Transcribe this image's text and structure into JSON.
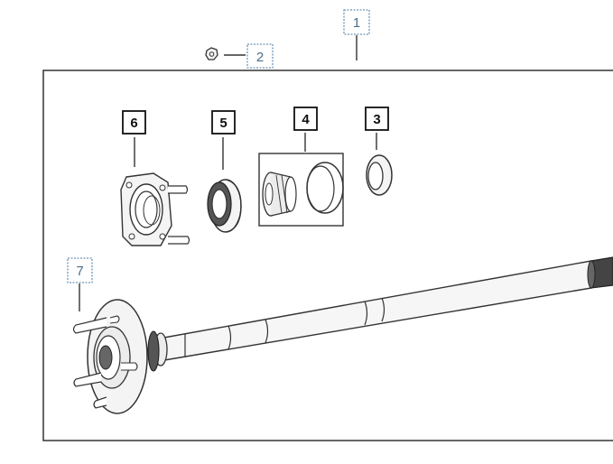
{
  "colors": {
    "line": "#333333",
    "part_fill": "#f2f2f2",
    "callout_blue": "#6f95b5",
    "callout_blue_text": "#4a6f8c",
    "callout_black": "#111111"
  },
  "callouts": [
    {
      "id": "1",
      "label": "1",
      "style": "blue"
    },
    {
      "id": "2",
      "label": "2",
      "style": "blue"
    },
    {
      "id": "3",
      "label": "3",
      "style": "bold"
    },
    {
      "id": "4",
      "label": "4",
      "style": "bold"
    },
    {
      "id": "5",
      "label": "5",
      "style": "bold"
    },
    {
      "id": "6",
      "label": "6",
      "style": "bold"
    },
    {
      "id": "7",
      "label": "7",
      "style": "blue"
    }
  ],
  "icons": {
    "part_2": "nut-icon",
    "part_3": "seal-ring-icon",
    "part_4": "bearing-cup-cone-icon",
    "part_5": "wheel-seal-icon",
    "part_6": "bearing-retainer-plate-icon",
    "part_7": "axle-shaft-icon"
  }
}
